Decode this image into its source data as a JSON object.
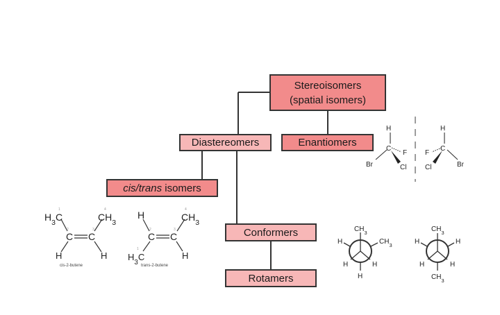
{
  "boxes": {
    "stereoisomers": {
      "line1": "Stereoisomers",
      "line2": "(spatial isomers)"
    },
    "diastereomers": "Diastereomers",
    "enantiomers": "Enantiomers",
    "cistrans": {
      "italic": "cis/trans",
      "rest": " isomers"
    },
    "conformers": "Conformers",
    "rotamers": "Rotamers"
  },
  "molecules": {
    "cis_butene": {
      "caption": "cis-2-butene",
      "ch3_left": "H3C",
      "ch3_right": "CH3",
      "c_left": "C",
      "c_right": "C",
      "h_left": "H",
      "h_right": "H",
      "nums": [
        "1",
        "2",
        "3",
        "4"
      ]
    },
    "trans_butene": {
      "caption": "trans-2-butene",
      "h_top": "H",
      "ch3_top": "CH3",
      "c_left": "C",
      "c_right": "C",
      "ch3_bottom": "H3C",
      "h_bottom": "H",
      "nums": [
        "1",
        "2",
        "3",
        "4"
      ]
    },
    "enantiomer_left": {
      "h": "H",
      "c": "C",
      "f": "F",
      "br": "Br",
      "cl": "Cl"
    },
    "enantiomer_right": {
      "h": "H",
      "c": "C",
      "f": "F",
      "br": "Br",
      "cl": "Cl"
    },
    "newman_left": {
      "top": "CH3",
      "right_up": "CH3",
      "left_up": "H",
      "left_down": "H",
      "right_down": "H",
      "bottom": "H"
    },
    "newman_right": {
      "top": "CH3",
      "right_up": "H",
      "left_up": "H",
      "left_down": "H",
      "right_down": "H",
      "bottom": "CH3"
    }
  }
}
